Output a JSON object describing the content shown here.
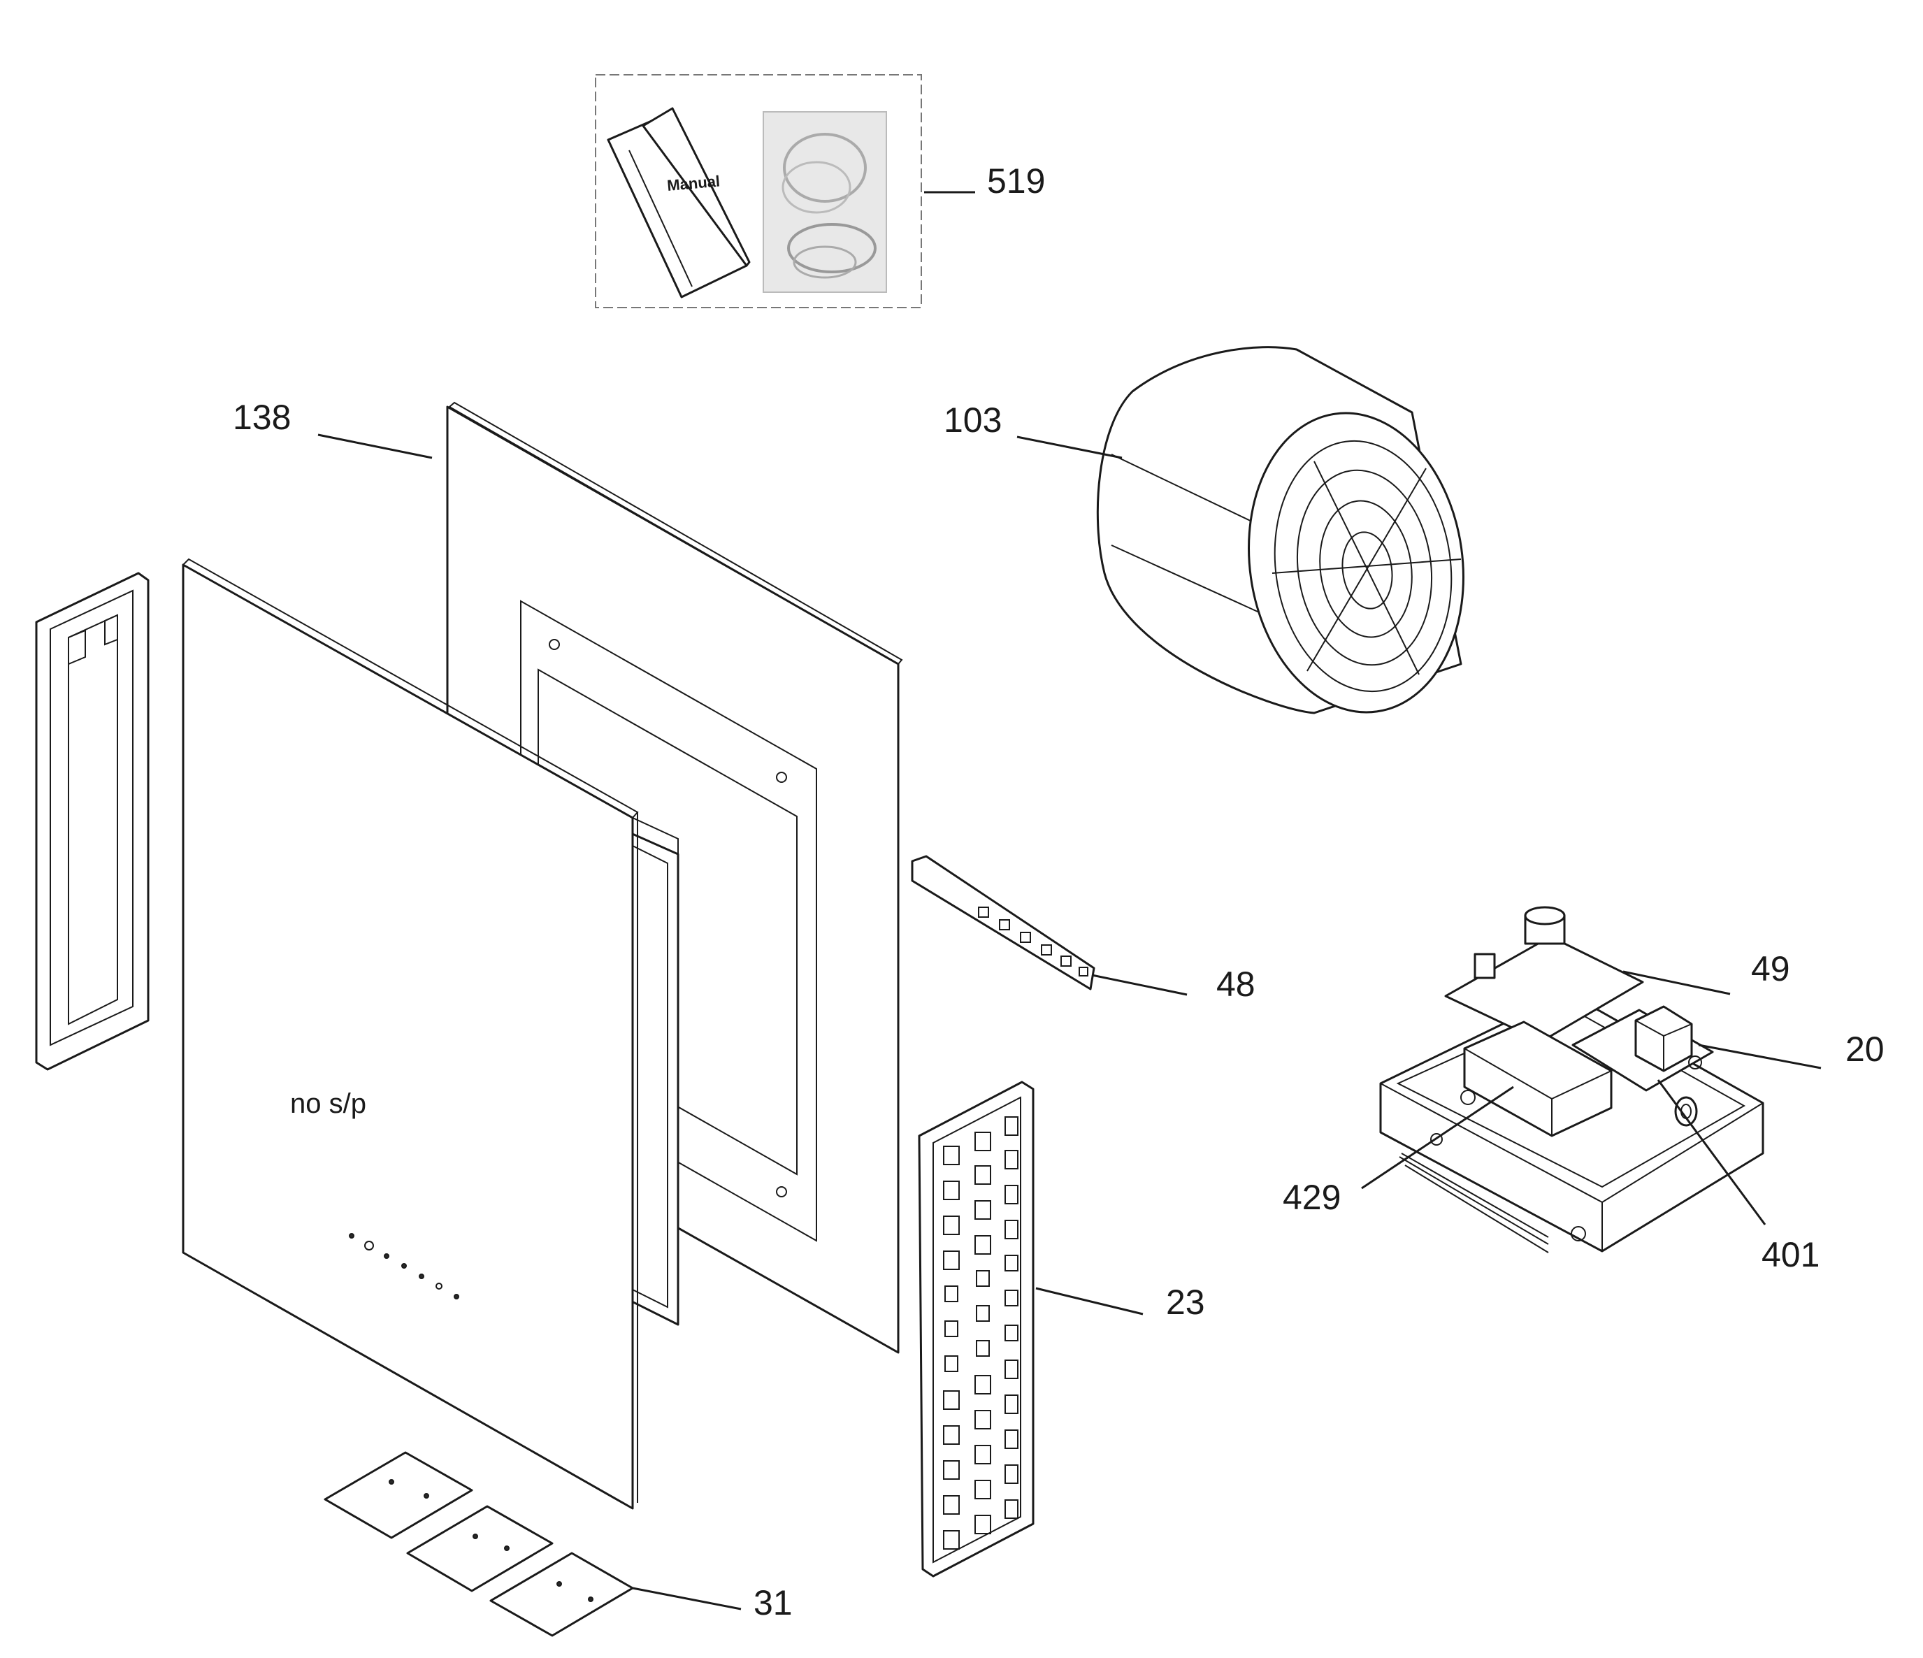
{
  "diagram": {
    "manual_label": "Manual",
    "note": "no s/p",
    "callouts": {
      "c519": "519",
      "c138": "138",
      "c103": "103",
      "c48": "48",
      "c49": "49",
      "c20": "20",
      "c429": "429",
      "c401": "401",
      "c23": "23",
      "c31": "31"
    }
  }
}
